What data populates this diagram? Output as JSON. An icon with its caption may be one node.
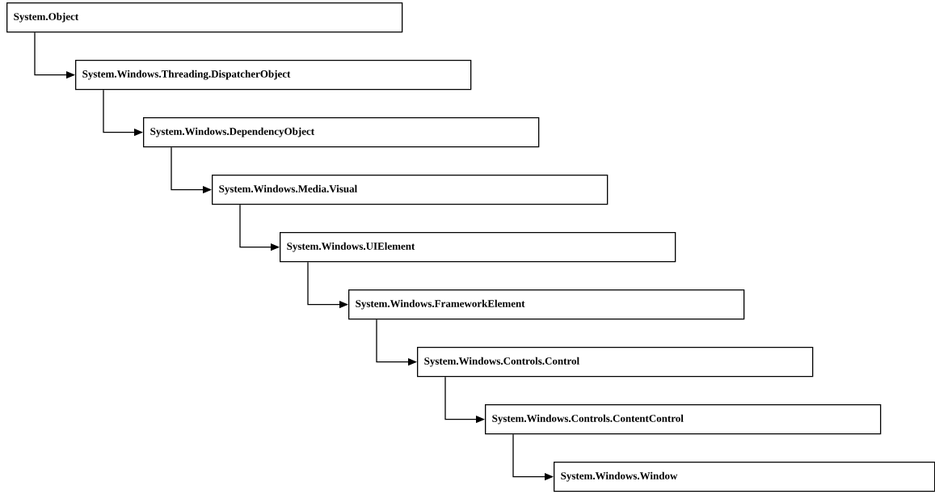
{
  "diagram": {
    "nodes": [
      {
        "text": [
          "System.Object"
        ]
      },
      {
        "text": [
          "System.Windows.Threading.DispatcherObject"
        ]
      },
      {
        "text": [
          "System.Windows.DependencyObject"
        ]
      },
      {
        "text": [
          "System.Windows.Media.Visual"
        ]
      },
      {
        "text": [
          "System.Windows.UIElement"
        ]
      },
      {
        "text": [
          "System.Windows.FrameworkElement"
        ]
      },
      {
        "text": [
          "System.Windows.Controls.Control"
        ]
      },
      {
        "text": [
          "System.Windows.Controls.ContentControl"
        ]
      },
      {
        "text": [
          "System.Windows.Window"
        ]
      }
    ],
    "edges": [
      {
        "from": 0,
        "to": 1,
        "arrow": "to"
      },
      {
        "from": 1,
        "to": 2,
        "arrow": "to"
      },
      {
        "from": 2,
        "to": 3,
        "arrow": "to"
      },
      {
        "from": 3,
        "to": 4,
        "arrow": "to"
      },
      {
        "from": 4,
        "to": 5,
        "arrow": "to"
      },
      {
        "from": 5,
        "to": 6,
        "arrow": "to"
      },
      {
        "from": 6,
        "to": 7,
        "arrow": "to"
      },
      {
        "from": 7,
        "to": 8,
        "arrow": "to"
      }
    ]
  }
}
